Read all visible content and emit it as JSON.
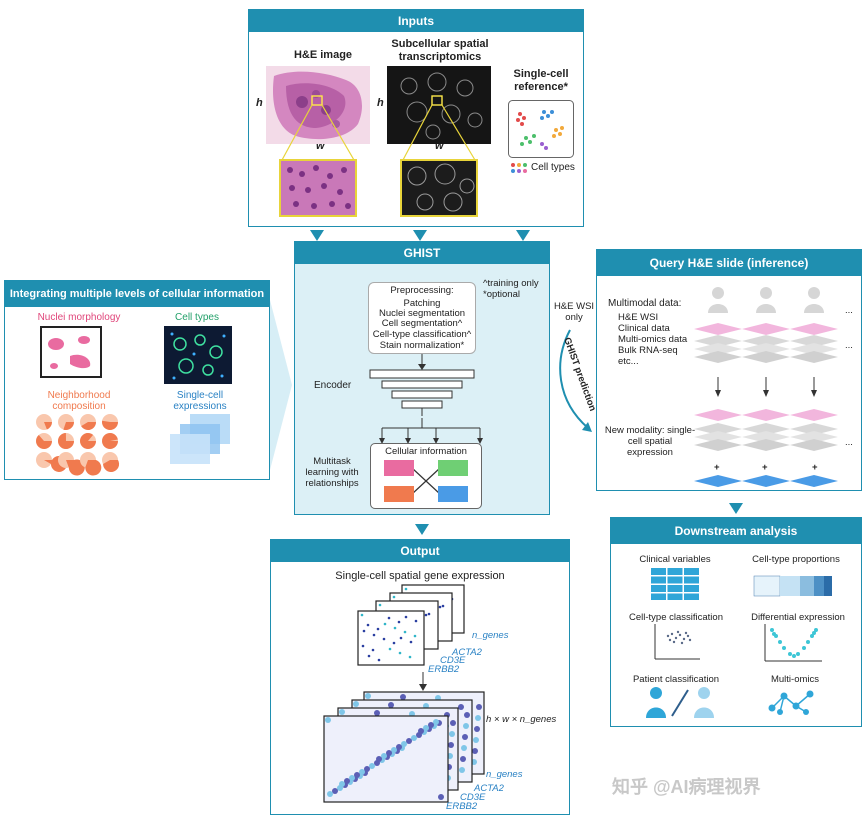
{
  "inputs": {
    "title": "Inputs",
    "he_label": "H&E image",
    "st_label": "Subcellular spatial transcriptomics",
    "sc_label": "Single-cell reference*",
    "h": "h",
    "w": "w",
    "cell_types": "Cell types"
  },
  "integrating": {
    "title": "Integrating multiple levels of cellular information",
    "nuclei": "Nuclei morphology",
    "cell_types": "Cell types",
    "neighborhood": "Neighborhood composition",
    "single_cell": "Single-cell expressions"
  },
  "ghist": {
    "title": "GHIST",
    "preprocessing": "Preprocessing:",
    "steps": [
      "Patching",
      "Nuclei segmentation",
      "Cell segmentation^",
      "Cell-type classification^",
      "Stain normalization*"
    ],
    "notes": [
      "^training only",
      "*optional"
    ],
    "encoder": "Encoder",
    "multitask": "Multitask learning with relationships",
    "cellular_info": "Cellular information"
  },
  "side": {
    "he_wsi_only": "H&E WSI only",
    "ghist_prediction": "GHIST prediction"
  },
  "query": {
    "title": "Query H&E slide (inference)",
    "multimodal": "Multimodal data:",
    "items": [
      "H&E WSI",
      "Clinical data",
      "Multi-omics data",
      "Bulk RNA-seq",
      "etc..."
    ],
    "new_modality": "New modality: single-cell spatial expression",
    "ellipsis": "...",
    "plus": "+"
  },
  "output": {
    "title": "Output",
    "heading": "Single-cell spatial gene expression",
    "n_genes": "n_genes",
    "genes": [
      "ACTA2",
      "CD3E",
      "ERBB2"
    ],
    "dims": "h × w × n_genes"
  },
  "downstream": {
    "title": "Downstream analysis",
    "items": [
      "Clinical variables",
      "Cell-type proportions",
      "Cell-type classification",
      "Differential expression",
      "Patient classification",
      "Multi-omics"
    ]
  },
  "watermark": "知乎 @AI病理视界",
  "colors": {
    "accent": "#1f8fb0",
    "pink": "#e96ba0",
    "green": "#6fcf74",
    "orange": "#f07a4e",
    "blue": "#4a9be6"
  }
}
